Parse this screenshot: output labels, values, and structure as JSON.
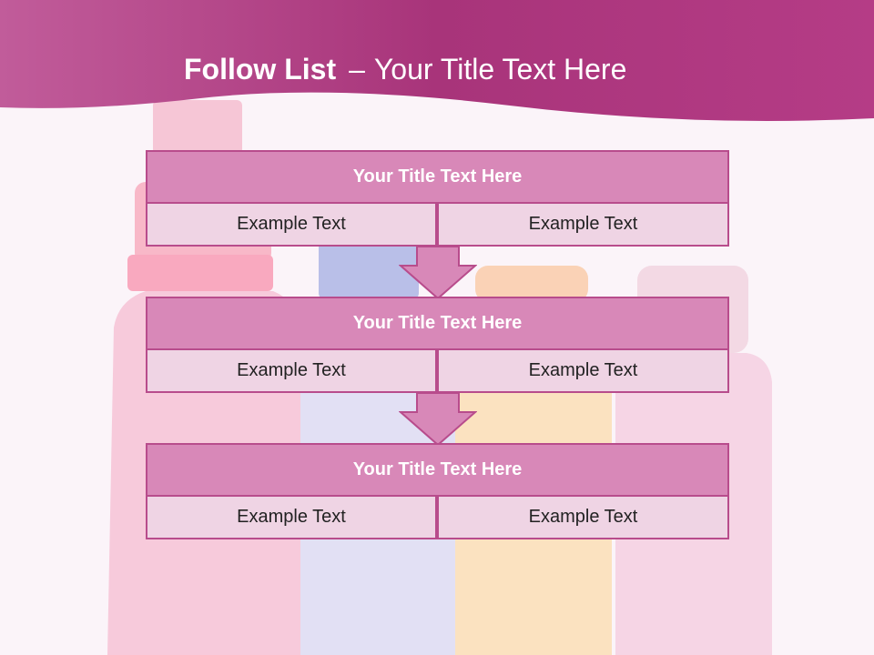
{
  "slide": {
    "title_bold": "Follow List",
    "title_dash": "–",
    "title_rest": "Your Title Text Here"
  },
  "blocks": [
    {
      "title": "Your Title Text Here",
      "left": "Example Text",
      "right": "Example Text"
    },
    {
      "title": "Your Title Text Here",
      "left": "Example Text",
      "right": "Example Text"
    },
    {
      "title": "Your Title Text Here",
      "left": "Example Text",
      "right": "Example Text"
    }
  ],
  "colors": {
    "header": "#b2407f",
    "block_title_fill": "#d888b8",
    "block_border": "#b84c8c",
    "cell_fill": "#efd4e4",
    "arrow_fill": "#d888b8"
  }
}
